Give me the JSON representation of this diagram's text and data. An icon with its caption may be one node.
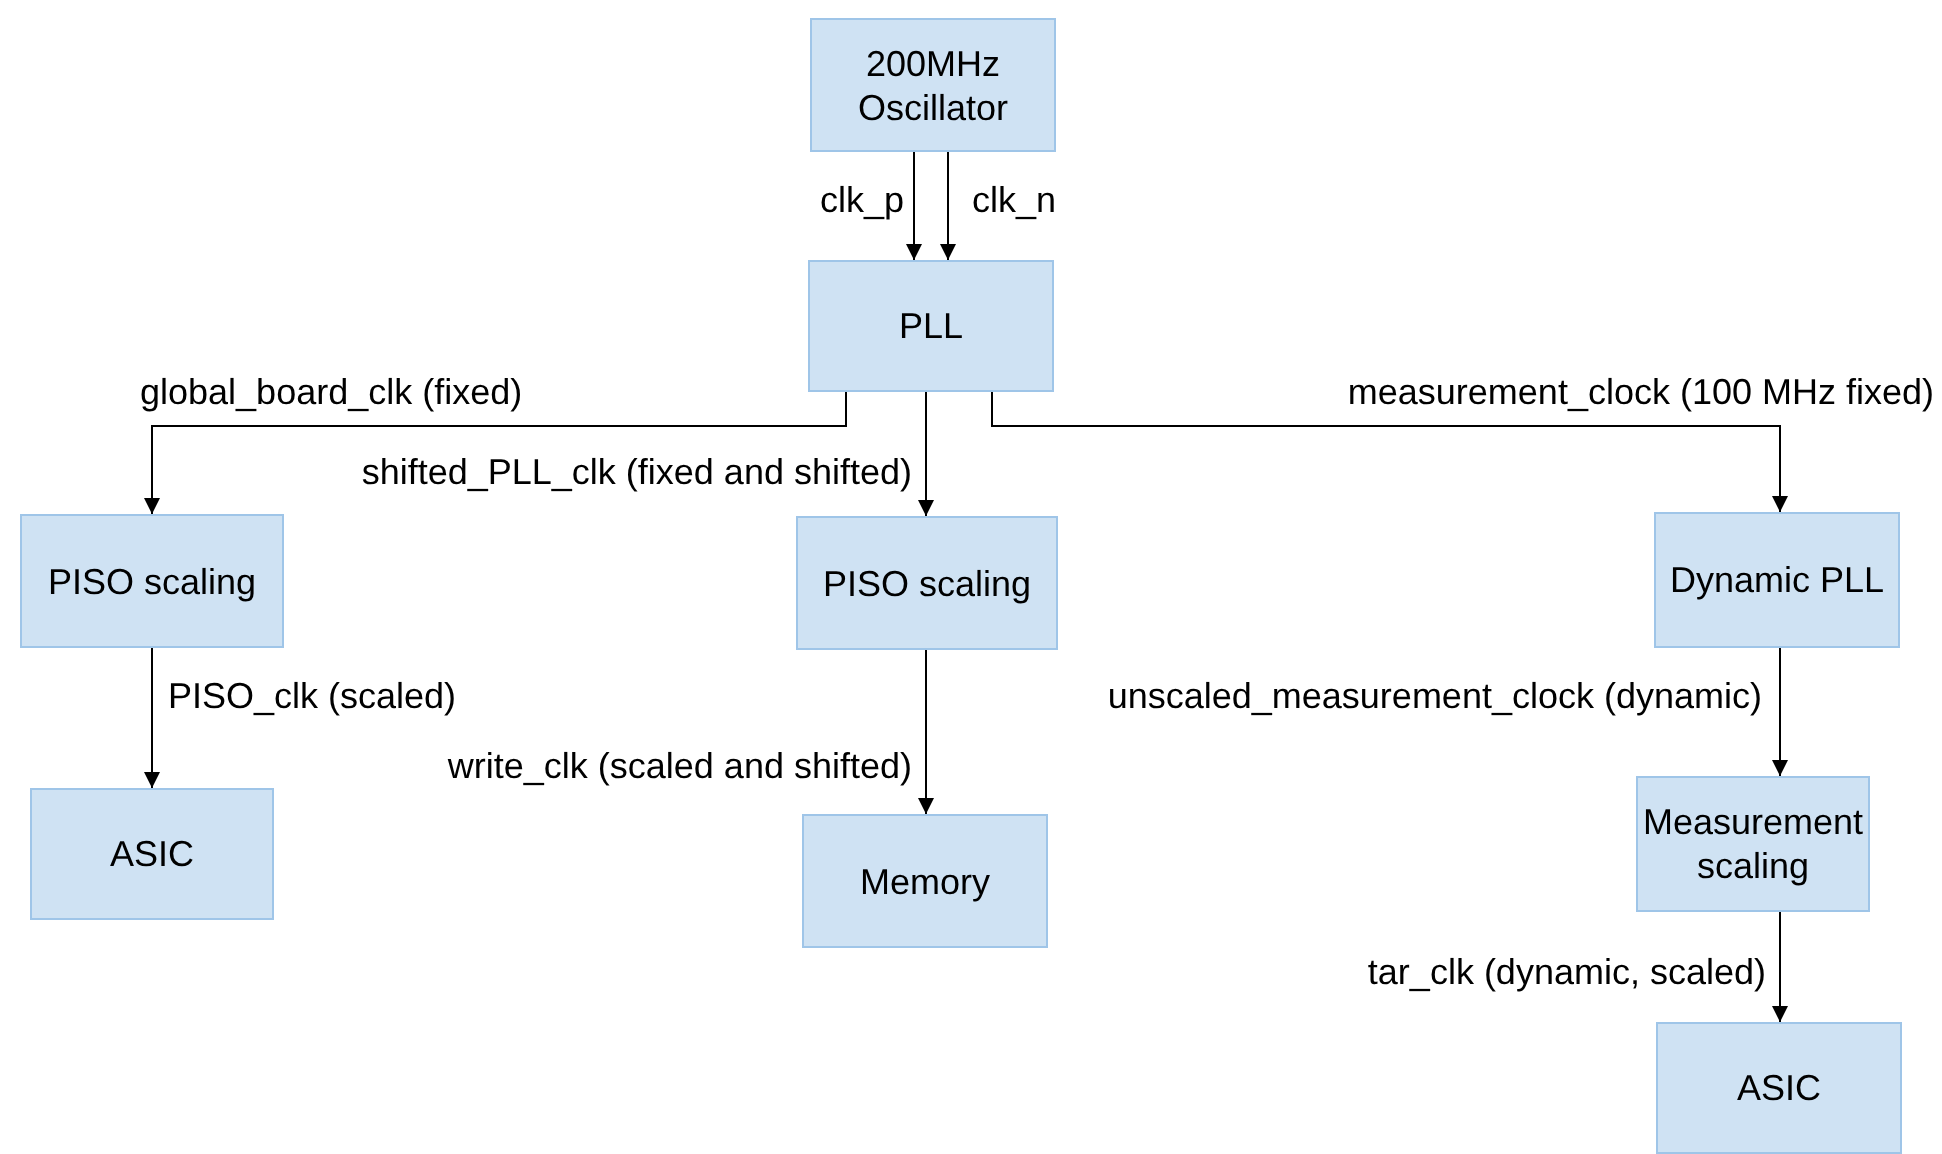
{
  "diagram": {
    "nodes": [
      {
        "text": [
          "200MHz Oscillator"
        ]
      },
      {
        "text": [
          "PLL"
        ]
      },
      {
        "text": [
          "PISO scaling"
        ]
      },
      {
        "text": [
          "PISO scaling"
        ]
      },
      {
        "text": [
          "Dynamic PLL"
        ]
      },
      {
        "text": [
          "ASIC"
        ]
      },
      {
        "text": [
          "Memory"
        ]
      },
      {
        "text": [
          "Measurement scaling"
        ]
      },
      {
        "text": [
          "ASIC"
        ]
      }
    ],
    "edges": [
      {
        "from": 0,
        "to": 1,
        "arrow": "to",
        "label": "clk_p"
      },
      {
        "from": 0,
        "to": 1,
        "arrow": "to",
        "label": "clk_n"
      },
      {
        "from": 1,
        "to": 2,
        "arrow": "to",
        "label": "global_board_clk (fixed)"
      },
      {
        "from": 1,
        "to": 3,
        "arrow": "to",
        "label": "shifted_PLL_clk (fixed and shifted)"
      },
      {
        "from": 1,
        "to": 4,
        "arrow": "to",
        "label": "measurement_clock (100 MHz fixed)"
      },
      {
        "from": 2,
        "to": 5,
        "arrow": "to",
        "label": "PISO_clk (scaled)"
      },
      {
        "from": 3,
        "to": 6,
        "arrow": "to",
        "label": "write_clk (scaled and shifted)"
      },
      {
        "from": 4,
        "to": 7,
        "arrow": "to",
        "label": "unscaled_measurement_clock (dynamic)"
      },
      {
        "from": 7,
        "to": 8,
        "arrow": "to",
        "label": "tar_clk (dynamic, scaled)"
      }
    ]
  }
}
